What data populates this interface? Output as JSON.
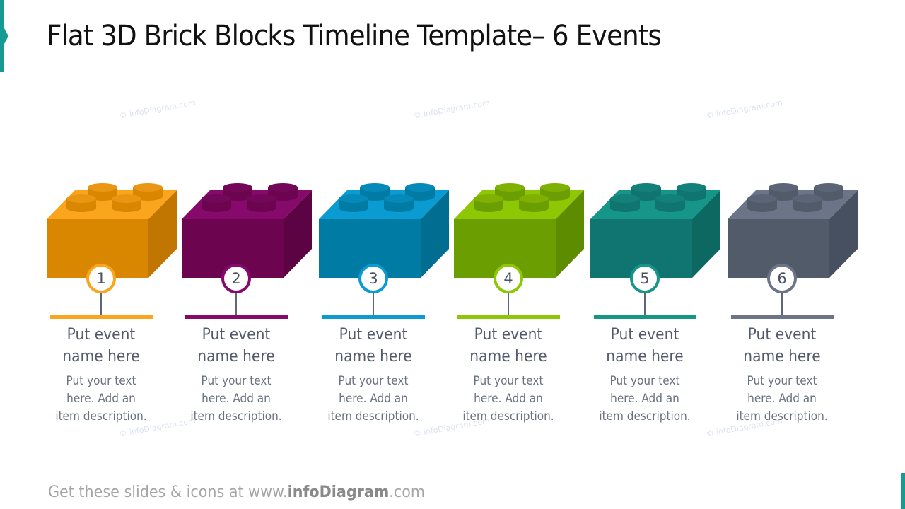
{
  "slide": {
    "title": "Flat 3D Brick Blocks Timeline Template– 6 Events",
    "accent_color": "#169b94"
  },
  "watermark": "© infoDiagram.com",
  "events": [
    {
      "number": "1",
      "name_line1": "Put event",
      "name_line2": "name here",
      "desc_line1": "Put your text",
      "desc_line2": "here. Add an",
      "desc_line3": "item description.",
      "color_top": "#fba51c",
      "color_front": "#d98600",
      "color_side": "#c07600",
      "color_stud": "#e99712"
    },
    {
      "number": "2",
      "name_line1": "Put event",
      "name_line2": "name here",
      "desc_line1": "Put your text",
      "desc_line2": "here. Add an",
      "desc_line3": "item description.",
      "color_top": "#860a6c",
      "color_front": "#6d0450",
      "color_side": "#5c0344",
      "color_stud": "#730759"
    },
    {
      "number": "3",
      "name_line1": "Put event",
      "name_line2": "name here",
      "desc_line1": "Put your text",
      "desc_line2": "here. Add an",
      "desc_line3": "item description.",
      "color_top": "#0a9bd3",
      "color_front": "#007ba3",
      "color_side": "#006d91",
      "color_stud": "#0589b9"
    },
    {
      "number": "4",
      "name_line1": "Put event",
      "name_line2": "name here",
      "desc_line1": "Put your text",
      "desc_line2": "here. Add an",
      "desc_line3": "item description.",
      "color_top": "#8ec703",
      "color_front": "#6b9e00",
      "color_side": "#5e8c00",
      "color_stud": "#7fb002"
    },
    {
      "number": "5",
      "name_line1": "Put event",
      "name_line2": "name here",
      "desc_line1": "Put your text",
      "desc_line2": "here. Add an",
      "desc_line3": "item description.",
      "color_top": "#169589",
      "color_front": "#107570",
      "color_side": "#0d6862",
      "color_stud": "#13807a"
    },
    {
      "number": "6",
      "name_line1": "Put event",
      "name_line2": "name here",
      "desc_line1": "Put your text",
      "desc_line2": "here. Add an",
      "desc_line3": "item description.",
      "color_top": "#6c7587",
      "color_front": "#525b69",
      "color_side": "#475060",
      "color_stud": "#5c6577"
    }
  ],
  "footer": {
    "prefix": "Get these slides & icons at www.",
    "brand": "infoDiagram",
    "suffix": ".com"
  }
}
